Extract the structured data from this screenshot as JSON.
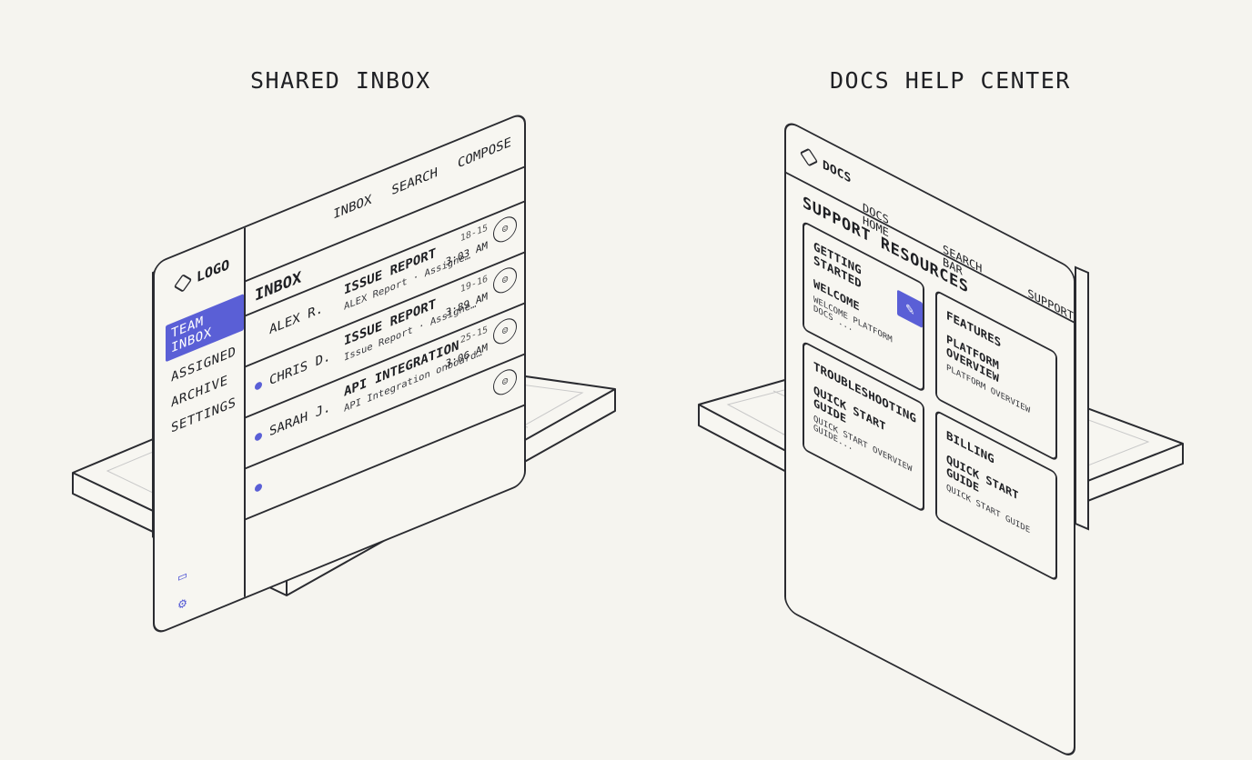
{
  "left": {
    "heading": "SHARED INBOX",
    "logo": "LOGO",
    "nav": [
      "TEAM INBOX",
      "ASSIGNED",
      "ARCHIVE",
      "SETTINGS"
    ],
    "topnav": [
      "INBOX",
      "SEARCH",
      "COMPOSE"
    ],
    "title": "INBOX",
    "rows": [
      {
        "sender": "ALEX R.",
        "subject": "ISSUE REPORT",
        "preview": "ALEX Report · Assigne…",
        "date": "18-15",
        "time": "3:03 AM",
        "unread": false
      },
      {
        "sender": "CHRIS D.",
        "subject": "ISSUE REPORT",
        "preview": "Issue Report · Assigne…",
        "date": "19-16",
        "time": "3:89 AM",
        "unread": true
      },
      {
        "sender": "SARAH J.",
        "subject": "API INTEGRATION",
        "preview": "API Integration onboard…",
        "date": "25-15",
        "time": "3:06 AM",
        "unread": true
      },
      {
        "sender": "",
        "subject": "",
        "preview": "",
        "date": "",
        "time": "",
        "unread": true
      }
    ],
    "icons": [
      "logo-icon",
      "archive-icon",
      "gear-icon",
      "avatar-icon"
    ],
    "accent": "#5a5fd6"
  },
  "right": {
    "heading": "DOCS HELP CENTER",
    "logo": "DOCS",
    "topnav": [
      "DOCS HOME",
      "SEARCH BAR",
      "SUPPORT"
    ],
    "title": "SUPPORT RESOURCES",
    "cards": [
      {
        "category": "GETTING STARTED",
        "item": "WELCOME",
        "desc": "WELCOME PLATFORM DOCS ..."
      },
      {
        "category": "FEATURES",
        "item": "PLATFORM OVERVIEW",
        "desc": "PLATFORM OVERVIEW"
      },
      {
        "category": "TROUBLESHOOTING",
        "item": "QUICK START GUIDE",
        "desc": "QUICK START OVERVIEW GUIDE..."
      },
      {
        "category": "BILLING",
        "item": "QUICK START GUIDE",
        "desc": "QUICK START GUIDE"
      }
    ],
    "icons": [
      "logo-icon",
      "edit-icon"
    ],
    "accent": "#5a5fd6"
  }
}
